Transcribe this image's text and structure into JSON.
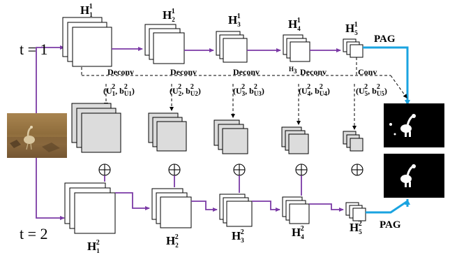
{
  "colors": {
    "pathway": "#7b3aa6",
    "pag_arrow": "#1aa3e0",
    "deconv_fill": "#dcdcdc",
    "line": "#000000"
  },
  "rows": {
    "t1_label": "t = 1",
    "t2_label": "t = 2"
  },
  "top_blocks": [
    {
      "base": "H",
      "sup": "1",
      "sub": "1"
    },
    {
      "base": "H",
      "sup": "1",
      "sub": "2"
    },
    {
      "base": "H",
      "sup": "1",
      "sub": "3"
    },
    {
      "base": "H",
      "sup": "1",
      "sub": "4"
    },
    {
      "base": "H",
      "sup": "1",
      "sub": "5"
    }
  ],
  "bottom_blocks": [
    {
      "base": "H",
      "sup": "2",
      "sub": "1"
    },
    {
      "base": "H",
      "sup": "2",
      "sub": "2"
    },
    {
      "base": "H",
      "sup": "2",
      "sub": "3"
    },
    {
      "base": "H",
      "sup": "2",
      "sub": "4"
    },
    {
      "base": "H",
      "sup": "2",
      "sub": "5"
    }
  ],
  "small_h3_label": "H",
  "small_h3_sub": "3",
  "ops": [
    {
      "name": "Deconv",
      "U_sub": "1",
      "U_sup": "2",
      "b_sup": "2",
      "b_sub": "U1"
    },
    {
      "name": "Deconv",
      "U_sub": "2",
      "U_sup": "2",
      "b_sup": "2",
      "b_sub": "U2"
    },
    {
      "name": "Deconv",
      "U_sub": "3",
      "U_sup": "2",
      "b_sup": "2",
      "b_sub": "U3"
    },
    {
      "name": "Deconv",
      "U_sub": "4",
      "U_sup": "2",
      "b_sup": "2",
      "b_sub": "U4"
    },
    {
      "name": "Conv",
      "U_sub": "5",
      "U_sup": "2",
      "b_sup": "2",
      "b_sub": "U5"
    }
  ],
  "pag_top": "PAG",
  "pag_bottom": "PAG",
  "images": {
    "input": "input-photo-bird",
    "output_top": "saliency-map-t1",
    "output_bottom": "saliency-map-t2"
  }
}
